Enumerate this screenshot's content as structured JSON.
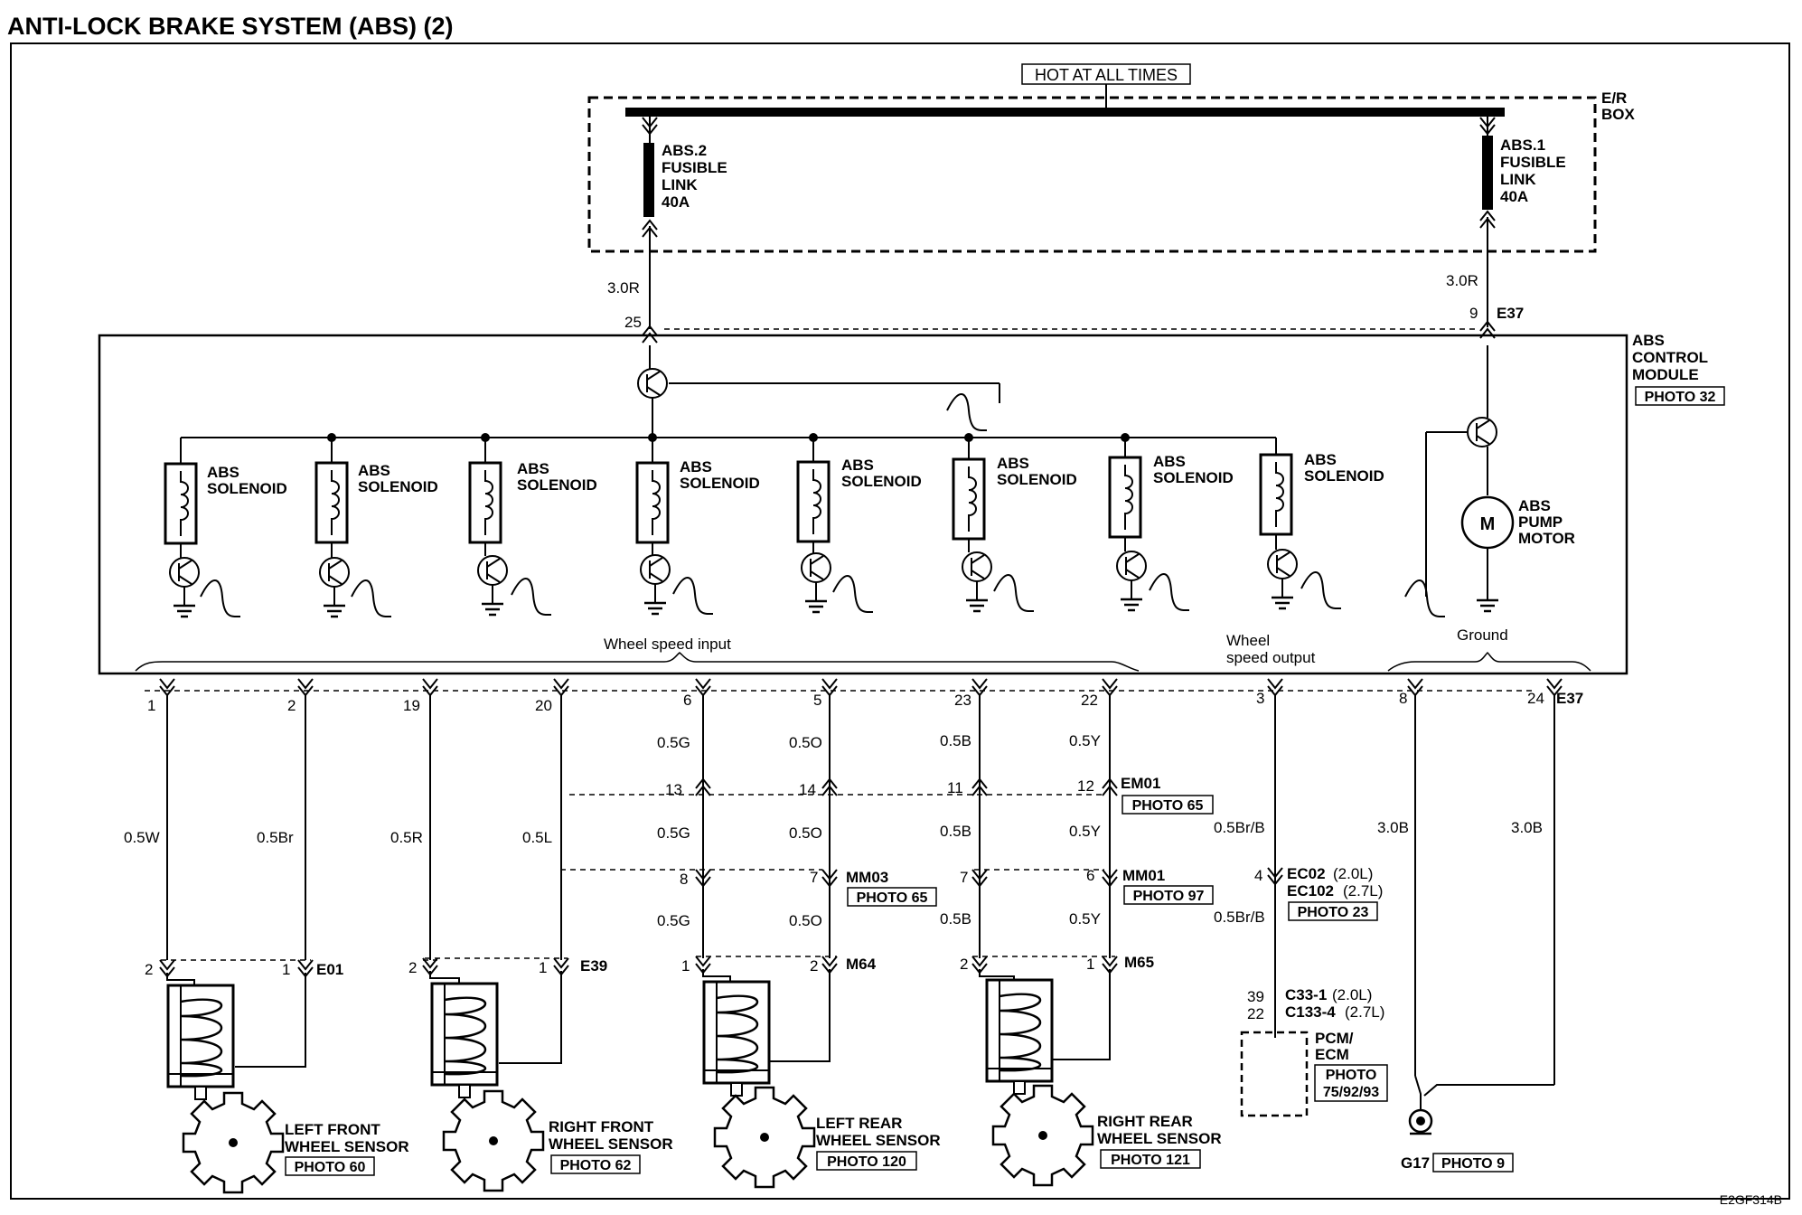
{
  "title": "ANTI-LOCK BRAKE SYSTEM (ABS) (2)",
  "figure_code": "E2GF314B",
  "hot_label": "HOT AT ALL TIMES",
  "er_box": [
    "E/R",
    "BOX"
  ],
  "fuse_left": [
    "ABS.2",
    "FUSIBLE",
    "LINK",
    "40A"
  ],
  "fuse_right": [
    "ABS.1",
    "FUSIBLE",
    "LINK",
    "40A"
  ],
  "module": [
    "ABS",
    "CONTROL",
    "MODULE"
  ],
  "module_photo": "PHOTO 32",
  "solenoid": [
    "ABS",
    "SOLENOID"
  ],
  "pump": [
    "ABS",
    "PUMP",
    "MOTOR"
  ],
  "motor_symbol": "M",
  "label_wheel_in": "Wheel speed input",
  "label_wheel_out": [
    "Wheel",
    "speed output"
  ],
  "label_ground": "Ground",
  "power": {
    "left": {
      "wire": "3.0R",
      "pin": "25"
    },
    "right": {
      "wire": "3.0R",
      "pin": "9",
      "conn": "E37"
    }
  },
  "pins": [
    "1",
    "2",
    "19",
    "20",
    "6",
    "5",
    "23",
    "22",
    "3",
    "8",
    "24"
  ],
  "pins_conn": "E37",
  "wires_upper": [
    "0.5G",
    "0.5O",
    "0.5B",
    "0.5Y"
  ],
  "em01": {
    "pins": [
      "13",
      "14",
      "11",
      "12"
    ],
    "conn": "EM01",
    "photo": "PHOTO 65"
  },
  "wires_mid": [
    "0.5W",
    "0.5Br",
    "0.5R",
    "0.5L",
    "0.5G",
    "0.5O",
    "0.5B",
    "0.5Y",
    "0.5Br/B",
    "3.0B",
    "3.0B"
  ],
  "mm03": {
    "pins": [
      "8",
      "7"
    ],
    "conn": "MM03",
    "photo": "PHOTO 65"
  },
  "mm01": {
    "pins": [
      "7",
      "6"
    ],
    "conn": "MM01",
    "photo": "PHOTO 97"
  },
  "ec02": {
    "pin": "4",
    "conn1": "EC02",
    "conn1_note": "(2.0L)",
    "conn2": "EC102",
    "conn2_note": "(2.7L)",
    "photo": "PHOTO 23"
  },
  "wires_lower": [
    "0.5G",
    "0.5O",
    "0.5B",
    "0.5Y",
    "0.5Br/B"
  ],
  "sensor_pins": {
    "lf": [
      "2",
      "1",
      "E01"
    ],
    "rf": [
      "2",
      "1",
      "E39"
    ],
    "lr": [
      "1",
      "2",
      "M64"
    ],
    "rr": [
      "2",
      "1",
      "M65"
    ]
  },
  "sensors": {
    "lf": {
      "name": [
        "LEFT FRONT",
        "WHEEL SENSOR"
      ],
      "photo": "PHOTO 60"
    },
    "rf": {
      "name": [
        "RIGHT FRONT",
        "WHEEL SENSOR"
      ],
      "photo": "PHOTO 62"
    },
    "lr": {
      "name": [
        "LEFT REAR",
        "WHEEL SENSOR"
      ],
      "photo": "PHOTO 120"
    },
    "rr": {
      "name": [
        "RIGHT REAR",
        "WHEEL SENSOR"
      ],
      "photo": "PHOTO 121"
    }
  },
  "c33": {
    "pins": [
      "39",
      "22"
    ],
    "conn1": "C33-1",
    "conn1_note": "(2.0L)",
    "conn2": "C133-4",
    "conn2_note": "(2.7L)"
  },
  "pcm": {
    "name": [
      "PCM/",
      "ECM"
    ],
    "photo": [
      "PHOTO",
      "75/92/93"
    ]
  },
  "ground": {
    "id": "G17",
    "photo": "PHOTO 9"
  }
}
